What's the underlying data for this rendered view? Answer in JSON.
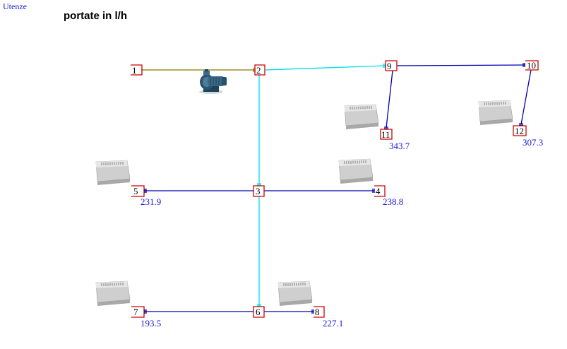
{
  "header": {
    "app_title": "Utenze",
    "diagram_title": "portate in l/h"
  },
  "colors": {
    "supply_pipe": "#00e0e8",
    "branch_pipe": "#0000b0",
    "pump_pipe": "#8a7a00",
    "node_border": "#cc0000",
    "flow_text": "#1a1ad8"
  },
  "nodes": [
    {
      "id": "1",
      "label": "1"
    },
    {
      "id": "2",
      "label": "2"
    },
    {
      "id": "3",
      "label": "3"
    },
    {
      "id": "4",
      "label": "4"
    },
    {
      "id": "5",
      "label": "5"
    },
    {
      "id": "6",
      "label": "6"
    },
    {
      "id": "7",
      "label": "7"
    },
    {
      "id": "8",
      "label": "8"
    },
    {
      "id": "9",
      "label": "9"
    },
    {
      "id": "10",
      "label": "10"
    },
    {
      "id": "11",
      "label": "11"
    },
    {
      "id": "12",
      "label": "12"
    }
  ],
  "flows": [
    {
      "node": "11",
      "value": "343.7"
    },
    {
      "node": "12",
      "value": "307.3"
    },
    {
      "node": "5",
      "value": "231.9"
    },
    {
      "node": "4",
      "value": "238.8"
    },
    {
      "node": "7",
      "value": "193.5"
    },
    {
      "node": "8",
      "value": "227.1"
    }
  ],
  "icons": {
    "pump": "pump-icon",
    "terminal_unit": "fan-coil-icon"
  }
}
